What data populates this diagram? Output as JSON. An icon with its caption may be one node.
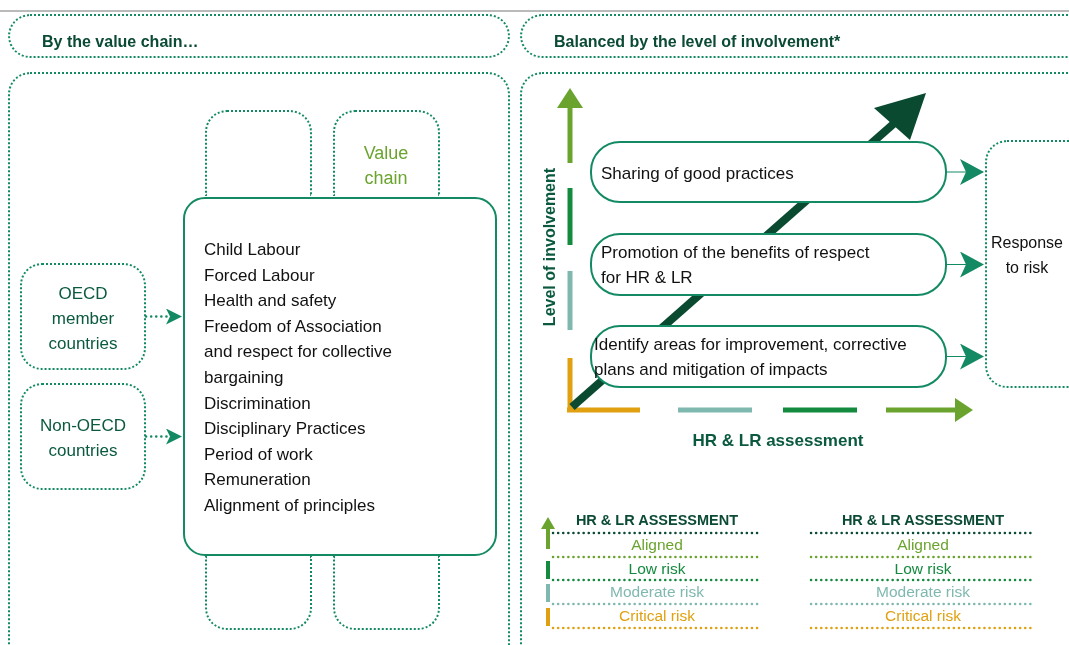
{
  "diagram": {
    "nodes": [
      {
        "text": [
          "By the value chain…"
        ]
      },
      {
        "text": [],
        "shape": "box"
      },
      {
        "text": [
          "OECD member countries"
        ],
        "in": 1
      },
      {
        "text": [
          "Non-OECD countries"
        ],
        "in": 1
      },
      {
        "text": [],
        "shape": "box",
        "in": 1
      },
      {
        "text": [
          "Value chain"
        ],
        "in": 1
      },
      {
        "text": [
          "Child Labour",
          "Forced Labour",
          "Health and safety",
          "Freedom of Association and respect for collective bargaining",
          "Discrimination",
          "Disciplinary Practices",
          "Period of work",
          "Remuneration",
          "Alignment of principles"
        ],
        "in": 1
      },
      {
        "text": [],
        "shape": "box",
        "in": 1
      },
      {
        "text": [],
        "shape": "box",
        "in": 1
      },
      {
        "text": [
          "Balanced by the level of involvement*"
        ]
      },
      {
        "text": [],
        "shape": "box"
      },
      {
        "text": [
          "Sharing of good practices"
        ],
        "in": 10
      },
      {
        "text": [
          "Promotion of the benefits of respect for HR & LR"
        ],
        "in": 10
      },
      {
        "text": [
          "Identify areas for improvement, corrective plans and mitigation of impacts"
        ],
        "in": 10
      },
      {
        "text": [
          "Response to risk"
        ],
        "in": 10
      }
    ],
    "edges": [
      {
        "from": 2,
        "to": 6,
        "arrow": "to",
        "style": "dashed"
      },
      {
        "from": 3,
        "to": 6,
        "arrow": "to",
        "style": "dashed"
      },
      {
        "from": 11,
        "to": 14,
        "arrow": "to"
      },
      {
        "from": 12,
        "to": 14,
        "arrow": "to"
      },
      {
        "from": 13,
        "to": 14,
        "arrow": "to"
      }
    ],
    "labels": [
      "Level of involvement",
      "HR & LR assessment",
      "HR & LR ASSESSMENT",
      "HR & LR ASSESSMENT",
      "Aligned",
      "Low risk",
      "Moderate risk",
      "Critical risk"
    ],
    "legend": [
      {
        "text": "Aligned",
        "color": "#6aa42f"
      },
      {
        "text": "Low risk",
        "color": "#138a3e"
      },
      {
        "text": "Moderate risk",
        "color": "#7fb8ae"
      },
      {
        "text": "Critical risk",
        "color": "#e0a010"
      }
    ]
  }
}
